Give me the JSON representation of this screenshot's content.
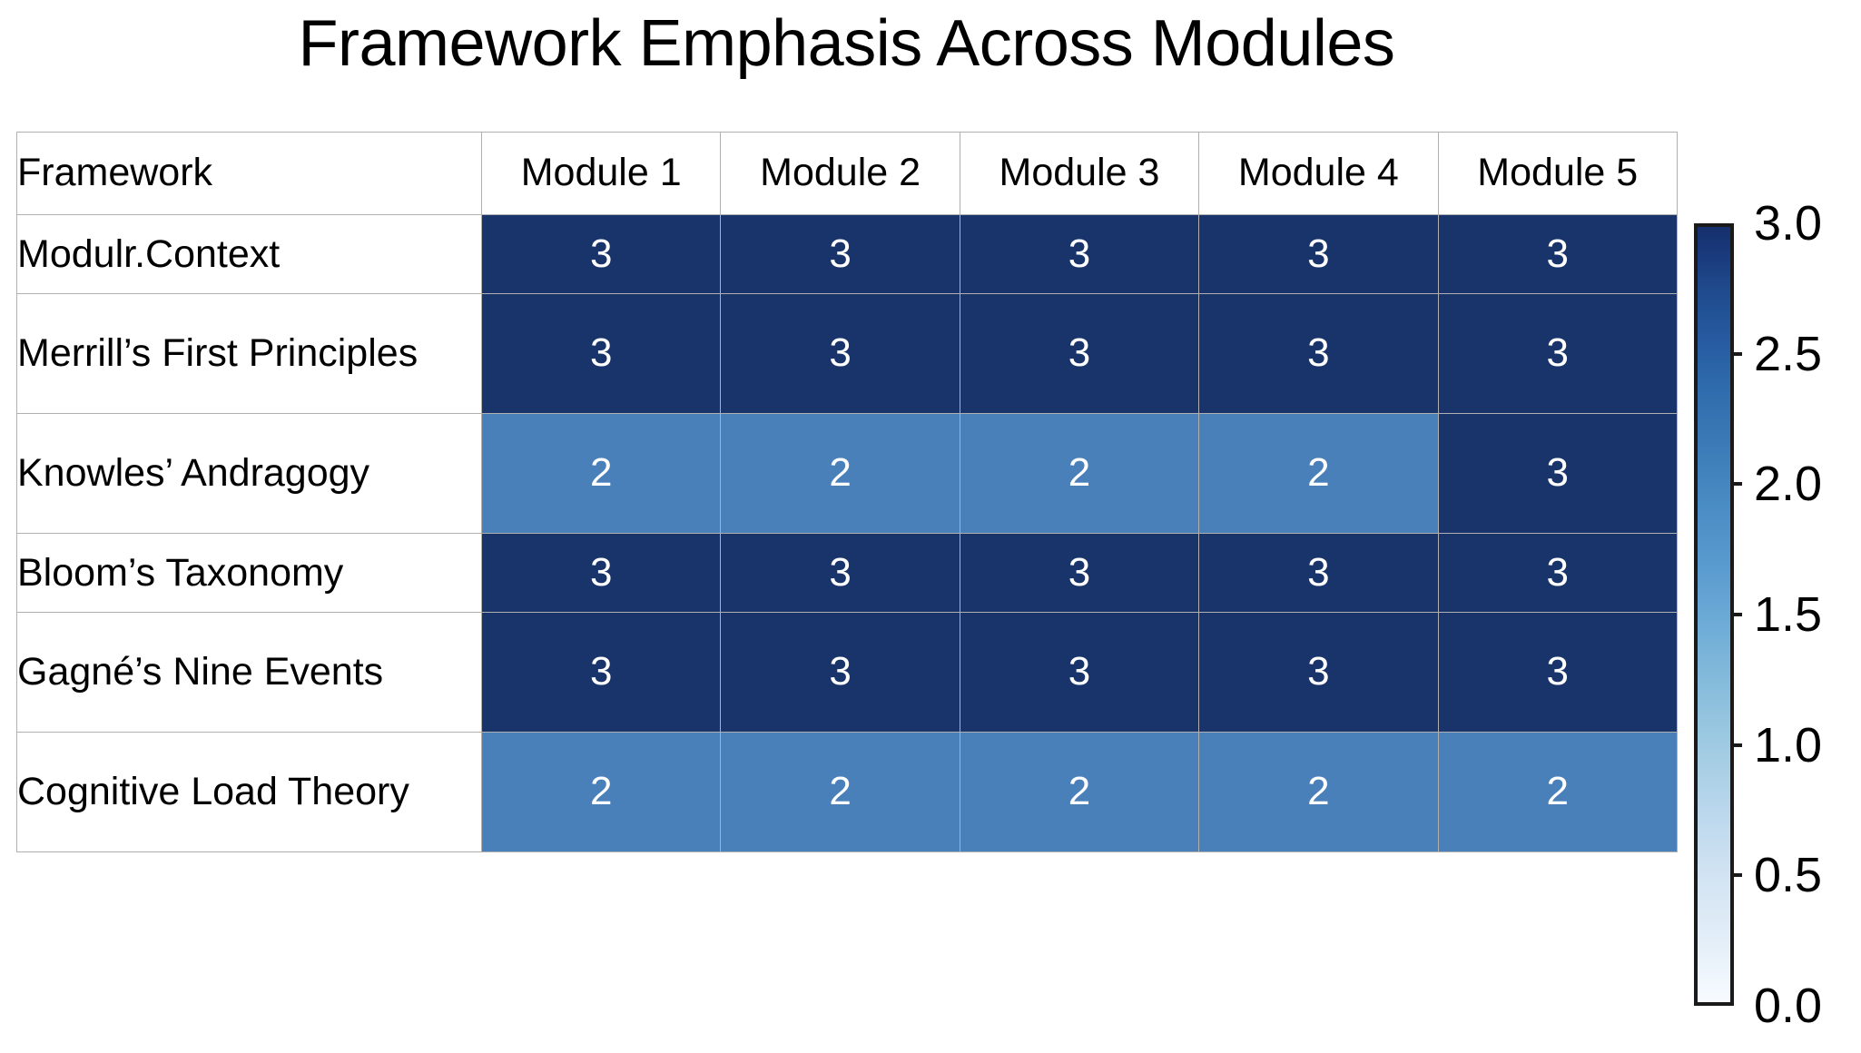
{
  "title": "Framework Emphasis Across Modules",
  "chart_data": {
    "type": "heatmap",
    "title": "Framework Emphasis Across Modules",
    "xlabel": "",
    "ylabel": "",
    "corner_header": "Framework",
    "categories": [
      "Module 1",
      "Module 2",
      "Module 3",
      "Module 4",
      "Module 5"
    ],
    "rows": [
      {
        "label": "Modulr.Context",
        "values": [
          3,
          3,
          3,
          3,
          3
        ]
      },
      {
        "label": "Merrill’s First Principles",
        "values": [
          3,
          3,
          3,
          3,
          3
        ]
      },
      {
        "label": "Knowles’ Andragogy",
        "values": [
          2,
          2,
          2,
          2,
          3
        ]
      },
      {
        "label": "Bloom’s Taxonomy",
        "values": [
          3,
          3,
          3,
          3,
          3
        ]
      },
      {
        "label": "Gagné’s Nine Events",
        "values": [
          3,
          3,
          3,
          3,
          3
        ]
      },
      {
        "label": "Cognitive Load Theory",
        "values": [
          2,
          2,
          2,
          2,
          2
        ]
      }
    ],
    "colormap": "Blues",
    "vmin": 0.0,
    "vmax": 3.0,
    "grid": true,
    "legend_position": "right",
    "colorbar": {
      "ticks": [
        "0.0",
        "0.5",
        "1.0",
        "1.5",
        "2.0",
        "2.5",
        "3.0"
      ],
      "tick_values": [
        0.0,
        0.5,
        1.0,
        1.5,
        2.0,
        2.5,
        3.0
      ],
      "min_label": "0.0",
      "max_label": "3.0"
    },
    "value_colors": {
      "2": "#4a80ba",
      "3": "#19346b"
    },
    "cell_text_color": "#ffffff",
    "grid_color": "#b0b0b0"
  }
}
